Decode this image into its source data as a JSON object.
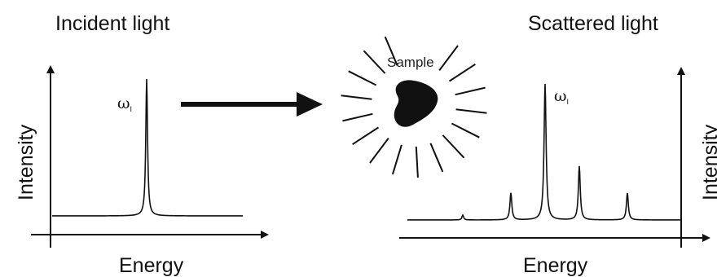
{
  "incident": {
    "title": "Incident light",
    "xlabel": "Energy",
    "ylabel": "Intensity",
    "peak_symbol": "ω",
    "peak_subscript": "I"
  },
  "sample": {
    "label": "Sample"
  },
  "scattered": {
    "title": "Scattered light",
    "xlabel": "Energy",
    "ylabel": "Intensity",
    "peak_symbol": "ω",
    "peak_subscript": "I"
  },
  "colors": {
    "ink": "#111111",
    "background": "#ffffff"
  }
}
